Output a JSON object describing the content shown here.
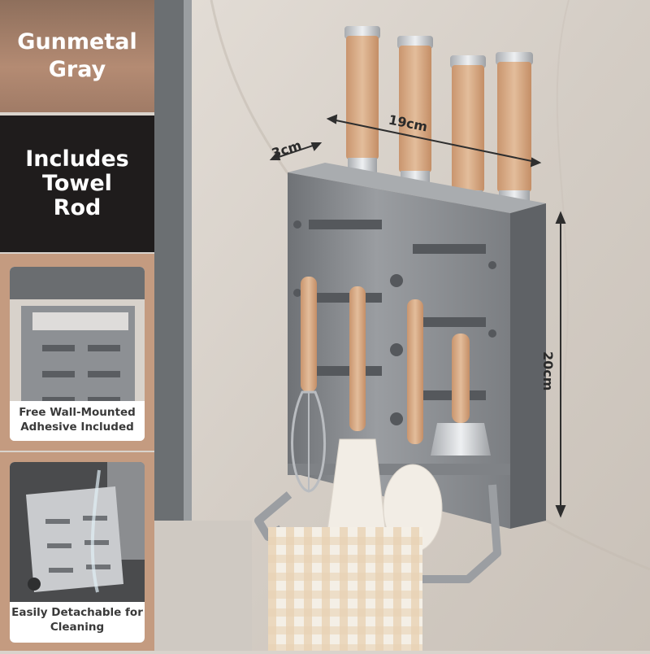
{
  "badges": {
    "color_name": "Gunmetal Gray",
    "feature_name": "Includes Towel Rod",
    "thumb_top_caption": "Free Wall-Mounted Adhesive Included",
    "thumb_bottom_caption": "Easily Detachable for Cleaning"
  },
  "dimensions": {
    "width_label": "19cm",
    "depth_label": "3cm",
    "height_label": "20cm"
  },
  "colors": {
    "gunmetal": "#8c8f93",
    "wood": "#d9b08c",
    "sidebar_brown": "#c49b80",
    "sidebar_dark": "#1f1c1c"
  }
}
